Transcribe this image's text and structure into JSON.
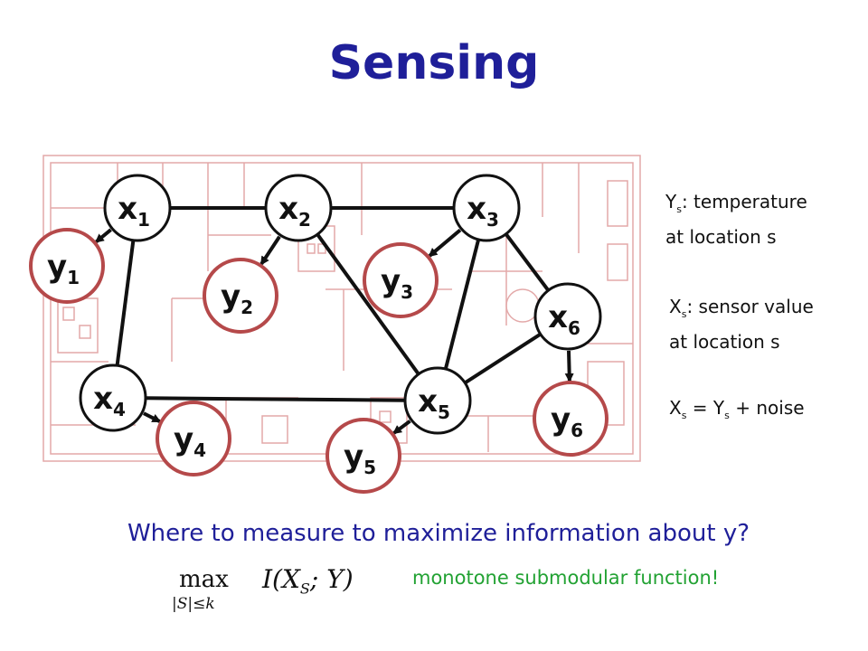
{
  "title": "Sensing",
  "nodes": {
    "x1": {
      "base": "x",
      "sub": "1"
    },
    "x2": {
      "base": "x",
      "sub": "2"
    },
    "x3": {
      "base": "x",
      "sub": "3"
    },
    "x4": {
      "base": "x",
      "sub": "4"
    },
    "x5": {
      "base": "x",
      "sub": "5"
    },
    "x6": {
      "base": "x",
      "sub": "6"
    },
    "y1": {
      "base": "y",
      "sub": "1"
    },
    "y2": {
      "base": "y",
      "sub": "2"
    },
    "y3": {
      "base": "y",
      "sub": "3"
    },
    "y4": {
      "base": "y",
      "sub": "4"
    },
    "y5": {
      "base": "y",
      "sub": "5"
    },
    "y6": {
      "base": "y",
      "sub": "6"
    }
  },
  "edges": [
    [
      "x1",
      "x2"
    ],
    [
      "x2",
      "x3"
    ],
    [
      "x1",
      "x4"
    ],
    [
      "x2",
      "x5"
    ],
    [
      "x3",
      "x5"
    ],
    [
      "x3",
      "x6"
    ],
    [
      "x4",
      "x5"
    ],
    [
      "x5",
      "x6"
    ]
  ],
  "arrows": [
    [
      "x1",
      "y1"
    ],
    [
      "x2",
      "y2"
    ],
    [
      "x3",
      "y3"
    ],
    [
      "x4",
      "y4"
    ],
    [
      "x5",
      "y5"
    ],
    [
      "x6",
      "y6"
    ]
  ],
  "definitions": {
    "ys_var": "Y",
    "ys_sub": "s",
    "ys_text1": ": temperature",
    "ys_text2": "at location s",
    "xs_var": "X",
    "xs_sub": "s",
    "xs_text1": ": sensor value",
    "xs_text2": "at location s",
    "eq_x": "X",
    "eq_x_sub": "s",
    "eq_mid": " = Y",
    "eq_y_sub": "s",
    "eq_end": " + noise"
  },
  "question": "Where to measure to maximize information about y?",
  "formula": {
    "max": "max",
    "constraint": "|S|≤k",
    "expr_start": "I(X",
    "expr_sub": "S",
    "expr_end": "; Y)"
  },
  "note": "monotone submodular function!",
  "colors": {
    "title": "#1f1f99",
    "question": "#1f1f99",
    "note": "#22a233",
    "y_node_border": "#b5494a",
    "floorplan": "#e3a9a9"
  }
}
